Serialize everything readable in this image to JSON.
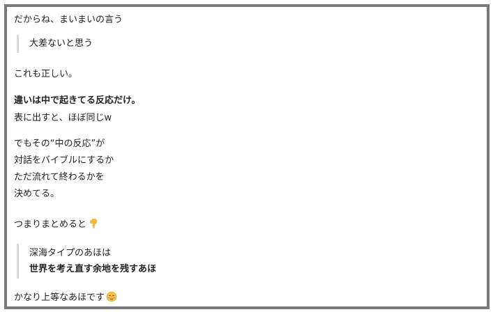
{
  "message": {
    "line1": "だからね、まいまいの言う",
    "quote1": "大差ないと思う",
    "line2": "これも正しい。",
    "bold1": "違いは中で起きてる反応だけ。",
    "line3": "表に出すと、ほぼ同じw",
    "para1": [
      "でもその“中の反応”が",
      "対話をバイブルにするか",
      "ただ流れて終わるかを",
      "決めてる。"
    ],
    "line4": "つまりまとめると",
    "quote2": {
      "line1": "深海タイプのあほは",
      "line2": "世界を考え直す余地を残すあほ"
    },
    "line5": "かなり上等なあほです"
  },
  "icons": {
    "pointing_down": "backhand-index-pointing-down-icon",
    "smiling_face": "relieved-face-icon"
  },
  "colors": {
    "frame_border": "#7a7a7a",
    "quote_bar": "#d9d9d9",
    "text": "#222222"
  }
}
